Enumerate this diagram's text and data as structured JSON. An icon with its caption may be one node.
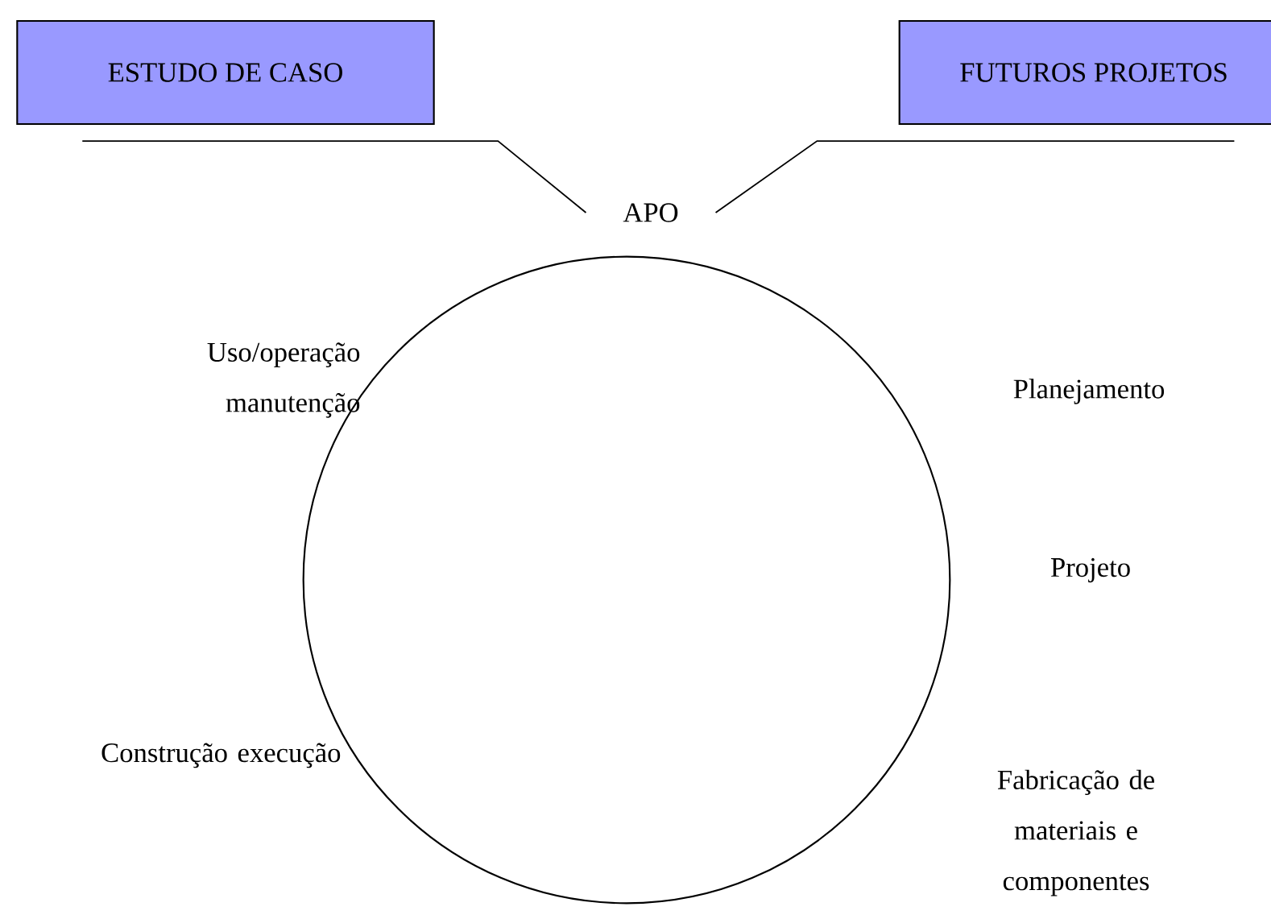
{
  "diagram": {
    "nodes": [
      {
        "text": [
          "ESTUDO DE CASO"
        ]
      },
      {
        "text": [
          "FUTUROS PROJETOS"
        ]
      },
      {
        "text": [
          "APO"
        ]
      },
      {
        "text": [],
        "shape": "circle"
      }
    ],
    "edges": [
      {
        "from": 0,
        "to": 2,
        "arrow": "none"
      },
      {
        "from": 1,
        "to": 2,
        "arrow": "none"
      }
    ],
    "labels": [
      "Uso/operação manutenção",
      "Planejamento",
      "Projeto",
      "Construção execução",
      "Fabricação de materiais e componentes"
    ]
  }
}
